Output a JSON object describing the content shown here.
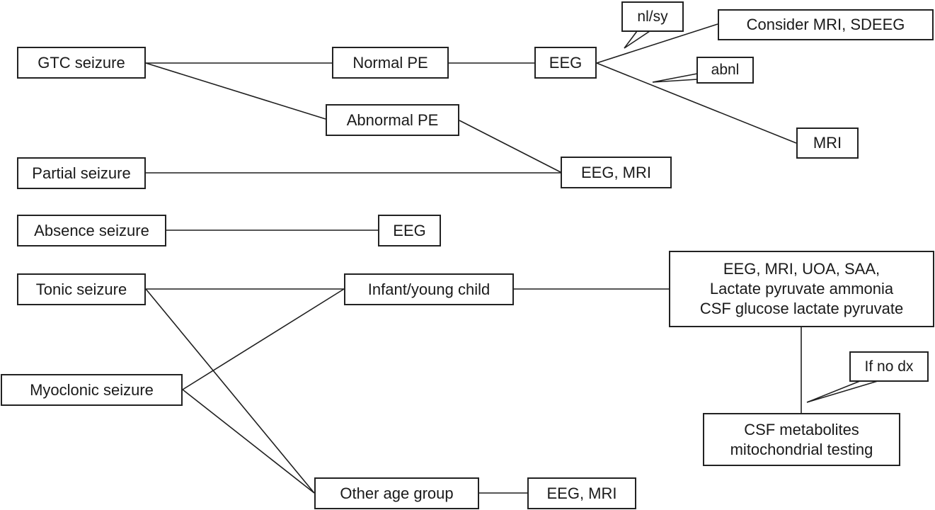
{
  "nodes": {
    "gtc_seizure": "GTC seizure",
    "normal_pe": "Normal PE",
    "eeg_top": "EEG",
    "consider_mri": "Consider MRI, SDEEG",
    "abnormal_pe": "Abnormal PE",
    "mri": "MRI",
    "partial_seizure": "Partial seizure",
    "eeg_mri_mid": "EEG, MRI",
    "absence_seizure": "Absence seizure",
    "eeg_absence": "EEG",
    "tonic_seizure": "Tonic seizure",
    "infant_child": "Infant/young child",
    "workup": [
      "EEG, MRI, UOA, SAA,",
      "Lactate pyruvate ammonia",
      "CSF glucose lactate pyruvate"
    ],
    "myoclonic_seizure": "Myoclonic seizure",
    "csf_metabolites": [
      "CSF metabolites",
      "mitochondrial testing"
    ],
    "other_age": "Other age group",
    "eeg_mri_bottom": "EEG, MRI"
  },
  "callouts": {
    "nl_sy": "nl/sy",
    "abnl": "abnl",
    "if_no_dx": "If no dx"
  }
}
